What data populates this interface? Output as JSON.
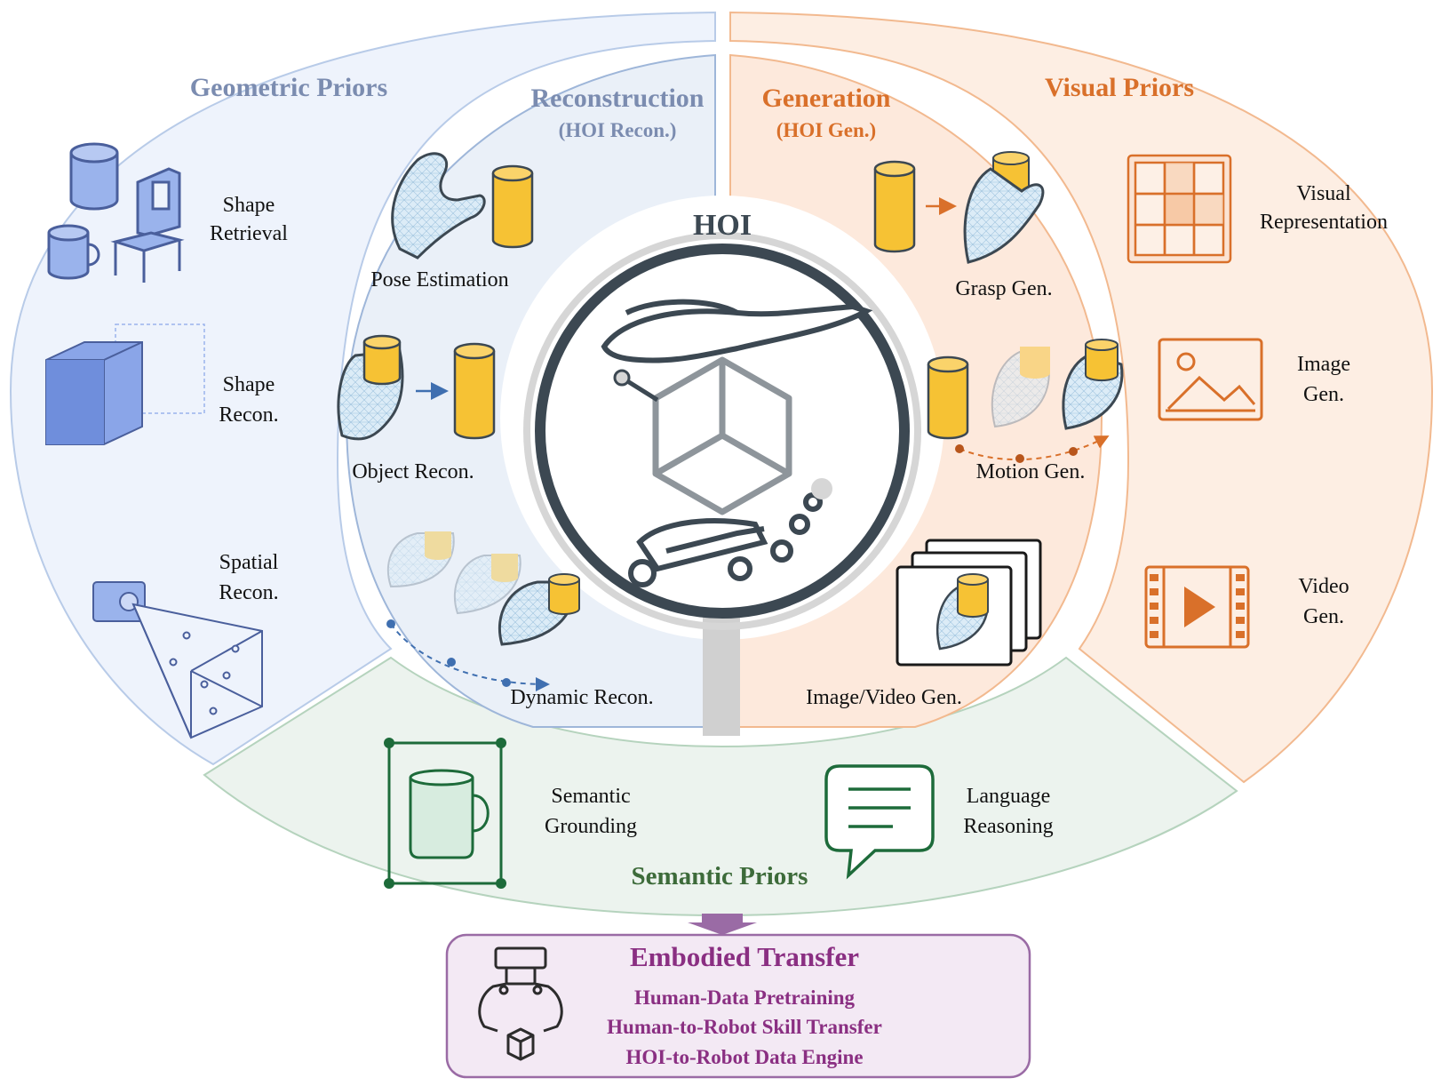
{
  "center": {
    "title": "HOI"
  },
  "geometric": {
    "title": "Geometric Priors",
    "items": [
      {
        "line1": "Shape",
        "line2": "Retrieval",
        "icon": "cylinder-chair-mug-icon"
      },
      {
        "line1": "Shape",
        "line2": "Recon.",
        "icon": "cube-icon"
      },
      {
        "line1": "Spatial",
        "line2": "Recon.",
        "icon": "camera-frustum-icon"
      }
    ]
  },
  "reconstruction": {
    "title": "Reconstruction",
    "subtitle": "(HOI Recon.)",
    "items": [
      {
        "label": "Pose Estimation",
        "icon": "hand-pose-icon"
      },
      {
        "label": "Object Recon.",
        "icon": "object-recon-icon"
      },
      {
        "label": "Dynamic Recon.",
        "icon": "dynamic-hand-icon"
      }
    ]
  },
  "generation": {
    "title": "Generation",
    "subtitle": "(HOI Gen.)",
    "items": [
      {
        "label": "Grasp Gen.",
        "icon": "grasp-icon"
      },
      {
        "label": "Motion Gen.",
        "icon": "motion-icon"
      },
      {
        "label": "Image/Video Gen.",
        "icon": "frames-icon"
      }
    ]
  },
  "visual": {
    "title": "Visual Priors",
    "items": [
      {
        "line1": "Visual",
        "line2": "Representation",
        "icon": "grid-icon"
      },
      {
        "line1": "Image",
        "line2": "Gen.",
        "icon": "image-icon"
      },
      {
        "line1": "Video",
        "line2": "Gen.",
        "icon": "video-icon"
      }
    ]
  },
  "semantic": {
    "title": "Semantic Priors",
    "items": [
      {
        "line1": "Semantic",
        "line2": "Grounding",
        "icon": "mug-bbox-icon"
      },
      {
        "line1": "Language",
        "line2": "Reasoning",
        "icon": "speech-bubble-icon"
      }
    ]
  },
  "embodied": {
    "title": "Embodied Transfer",
    "lines": [
      "Human-Data Pretraining",
      "Human-to-Robot Skill Transfer",
      "HOI-to-Robot Data Engine"
    ],
    "icon": "robot-gripper-icon"
  },
  "colors": {
    "geometric_text": "#7b8cb0",
    "geometric_fill": "#eef3fc",
    "visual_text": "#d9702a",
    "visual_fill": "#fdeee3",
    "semantic_text": "#3d6b3a",
    "semantic_fill": "#ecf3ee",
    "embodied_text": "#8a2f82",
    "embodied_fill": "#f3e9f4"
  }
}
